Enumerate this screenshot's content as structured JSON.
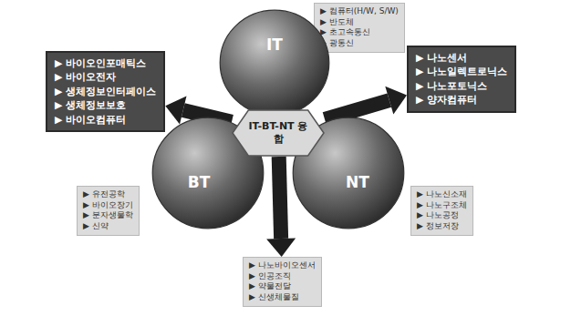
{
  "diagram": {
    "nodes": [
      {
        "text": [
          "▶ 컴퓨터(H/W, S/W)",
          "▶ 반도체",
          "▶ 초고속통신",
          "▶ 광통신"
        ]
      },
      {
        "text": [
          "▶ 바이오인포매틱스",
          "▶ 바이오전자",
          "▶ 생체정보인터페이스",
          "▶ 생체정보보호",
          "▶ 바이오컴퓨터"
        ]
      },
      {
        "text": [
          "IT"
        ]
      },
      {
        "text": [
          "▶ 나노센서",
          "▶ 나노일렉트로닉스",
          "▶ 나노포토닉스",
          "▶ 양자컴퓨터"
        ]
      },
      {
        "text": [
          "IT-BT-NT 융합"
        ]
      },
      {
        "text": [
          "BT"
        ]
      },
      {
        "text": [
          "NT"
        ]
      },
      {
        "text": [
          "▶ 유전공학",
          "▶ 바이오장기",
          "▶ 분자생물학",
          "▶ 신약"
        ]
      },
      {
        "text": [
          "▶ 나노신소재",
          "▶ 나노구조체",
          "▶ 나노공정",
          "▶ 정보저장"
        ]
      },
      {
        "text": [
          "▶ 나노바이오센서",
          "▶ 인공조직",
          "▶ 약물전달",
          "▶ 신생체물질"
        ]
      }
    ],
    "edges": [
      {
        "from": 4,
        "to": 1,
        "arrow": "to"
      },
      {
        "from": 4,
        "to": 3,
        "arrow": "to"
      },
      {
        "from": 4,
        "to": 9,
        "arrow": "to"
      }
    ]
  }
}
